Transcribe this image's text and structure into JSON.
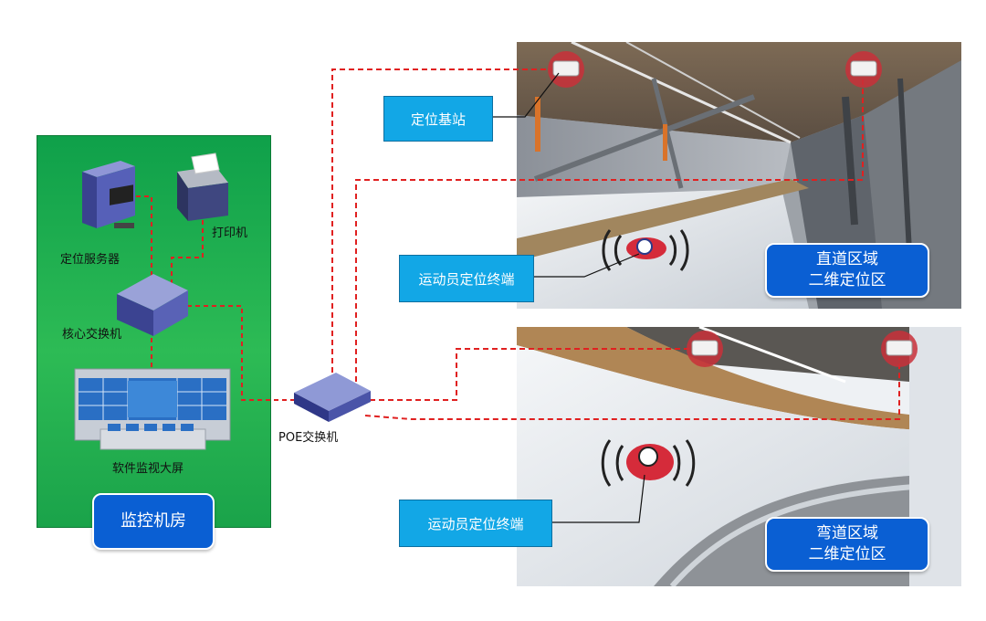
{
  "room": {
    "title": "监控机房",
    "server_label": "定位服务器",
    "printer_label": "打印机",
    "core_switch_label": "核心交换机",
    "video_wall_label": "软件监视大屏"
  },
  "poe_switch_label": "POE交换机",
  "callouts": {
    "base_station": "定位基站",
    "athlete_terminal_top": "运动员定位终端",
    "athlete_terminal_bottom": "运动员定位终端"
  },
  "zones": {
    "straight": {
      "line1": "直道区域",
      "line2": "二维定位区"
    },
    "curve": {
      "line1": "弯道区域",
      "line2": "二维定位区"
    }
  },
  "colors": {
    "room_green": "#1aa34a",
    "button_blue": "#0a5fd3",
    "callout_cyan": "#12a7e6",
    "link_red": "#e02020"
  }
}
